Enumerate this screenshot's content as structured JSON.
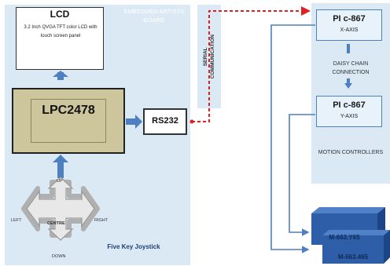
{
  "board": {
    "title": "EMBEDDED ARTISTS BOARD"
  },
  "lcd": {
    "title": "LCD",
    "description": "3.2 Inch QVGA TFT color LCD with touch screen panel"
  },
  "processor": {
    "label": "LPC2478"
  },
  "rs232": {
    "label": "RS232"
  },
  "serial": {
    "label": "SERIAL\nCOMMUNICATION"
  },
  "controllers": {
    "x": {
      "title": "PI c-867",
      "subtitle": "X-AXIS"
    },
    "y": {
      "title": "PI c-867",
      "subtitle": "Y-AXIS"
    },
    "daisy_chain": "DAISY CHAIN CONNECTION",
    "group_label": "MOTION CONTROLLERS"
  },
  "joystick": {
    "label": "Five Key Joystick",
    "up": "UP",
    "down": "DOWN",
    "left": "LEFT",
    "right": "RIGHT",
    "centre": "CENTRE"
  },
  "motors": {
    "m1": "M-663.Y65",
    "m2": "M-663.465"
  },
  "colors": {
    "panel": "#dbe9f5",
    "arrow_blue": "#4d7fc2",
    "serial_red": "#e02020",
    "processor_fill": "#cdc59c",
    "motor_fill": "#2e5ea8"
  }
}
